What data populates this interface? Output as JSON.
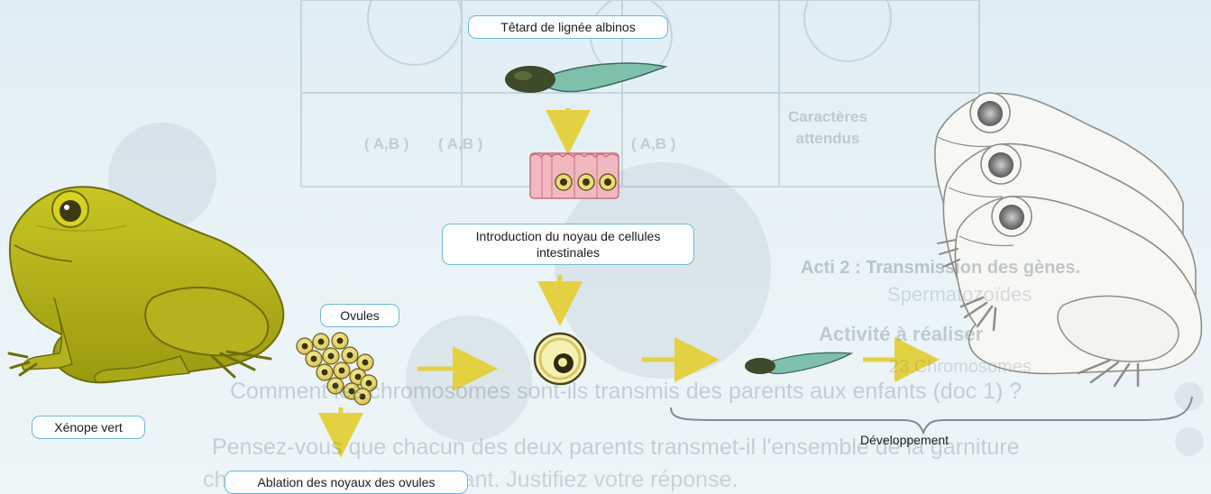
{
  "labels": {
    "tadpole_albino": "Têtard de lignée albinos",
    "nucleus_intro_line1": "Introduction du noyau de cellules",
    "nucleus_intro_line2": "intestinales",
    "ovules": "Ovules",
    "xenope": "Xénope vert",
    "ablation": "Ablation des noyaux des ovules",
    "development": "Développement"
  },
  "background": {
    "table_caracteres_line1": "Caractères",
    "table_caracteres_line2": "attendus",
    "table_ab_1": "( A,B )",
    "table_ab_2": "( A,B )",
    "table_ab_3": "( A,B )",
    "heading_transmission": "Acti 2 : Transmission des gènes.",
    "spermatozoides": "Spermatozoïdes",
    "a_realiser": "Activité à réaliser",
    "chromosomes_23": "23 Chromosomes",
    "q1_text": "Comment les chromosomes sont-ils transmis des parents aux enfants (doc 1) ?",
    "q2_text": "Pensez-vous que chacun des deux parents transmet-il l'ensemble de la garniture",
    "q2_text_cont": "chromosomique à son enfant. Justifiez votre réponse."
  },
  "colors": {
    "frog_green": "#b8b820",
    "arrow_yellow": "#e8d84a",
    "label_border": "#6fb7d6",
    "albino_white": "#f6f6f3"
  }
}
